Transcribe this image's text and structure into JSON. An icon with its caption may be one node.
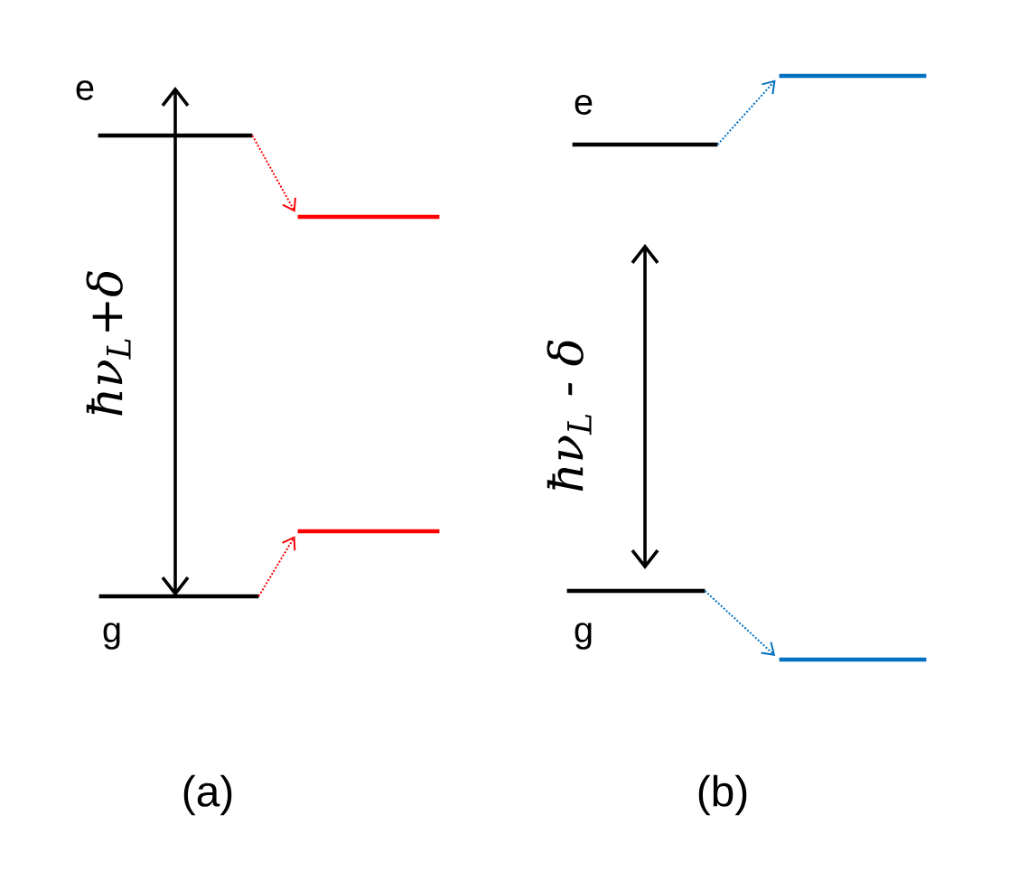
{
  "diagram": {
    "nodes": [
      {
        "text": [
          "e"
        ]
      },
      {
        "text": [
          "g"
        ]
      },
      {
        "text": [],
        "shape": "bar"
      },
      {
        "text": [],
        "shape": "bar"
      },
      {
        "text": [
          "e"
        ]
      },
      {
        "text": [
          "g"
        ]
      },
      {
        "text": [],
        "shape": "bar"
      },
      {
        "text": [],
        "shape": "bar"
      }
    ],
    "edges": [
      {
        "from": 0,
        "to": 1,
        "arrow": "both",
        "label": "ħν$_{L}$+δ"
      },
      {
        "from": 0,
        "to": 2,
        "arrow": "to",
        "style": "dashed",
        "color": "#ff0000"
      },
      {
        "from": 1,
        "to": 3,
        "arrow": "to",
        "style": "dashed",
        "color": "#ff0000"
      },
      {
        "from": 4,
        "to": 5,
        "arrow": "both",
        "label": "ħν$_{L}$ - δ"
      },
      {
        "from": 4,
        "to": 6,
        "arrow": "to",
        "style": "dashed",
        "color": "#0070c0"
      },
      {
        "from": 5,
        "to": 7,
        "arrow": "to",
        "style": "dashed",
        "color": "#0070c0"
      }
    ],
    "labels": [
      "(a)",
      "(b)"
    ]
  }
}
